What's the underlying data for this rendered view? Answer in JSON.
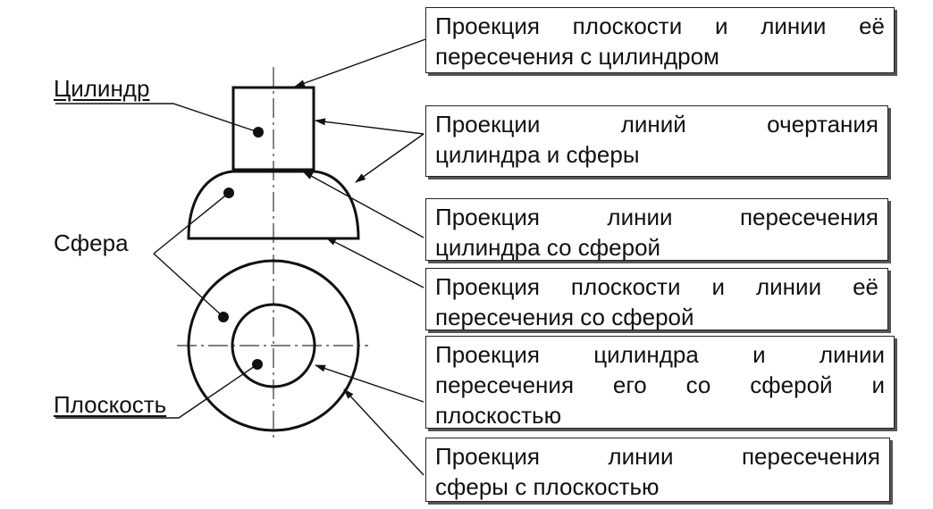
{
  "labels": {
    "cylinder": "Цилиндр",
    "sphere": "Сфера",
    "plane": "Плоскость"
  },
  "boxes": [
    {
      "lines": [
        "Проекция плоскости и линии её",
        "пересечения с цилиндром"
      ]
    },
    {
      "lines": [
        "Проекции линий очертания",
        "цилиндра и сферы"
      ]
    },
    {
      "lines": [
        "Проекция линии пересечения",
        "цилиндра со сферой"
      ]
    },
    {
      "lines": [
        "Проекция плоскости и линии её",
        "пересечения со сферой"
      ]
    },
    {
      "lines": [
        "Проекция цилиндра и линии",
        "пересечения его со сферой и",
        "плоскостью"
      ]
    },
    {
      "lines": [
        "Проекция линии пересечения",
        "сферы с плоскостью"
      ]
    }
  ]
}
